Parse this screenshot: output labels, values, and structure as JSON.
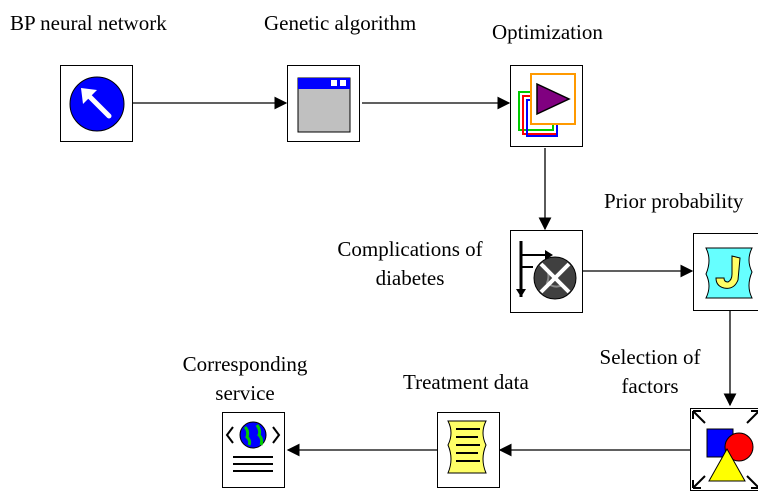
{
  "diagram": {
    "nodes": {
      "bp": {
        "label": "BP neural network",
        "icon": "arrow-circle-icon"
      },
      "ga": {
        "label": "Genetic algorithm",
        "icon": "window-icon"
      },
      "opt": {
        "label": "Optimization",
        "icon": "play-layers-icon"
      },
      "comp": {
        "label_line1": "Complications of",
        "label_line2": "diabetes",
        "icon": "globe-crossed-icon"
      },
      "prior": {
        "label": "Prior probability",
        "icon": "hook-shape-icon"
      },
      "sel": {
        "label_line1": "Selection of",
        "label_line2": "factors",
        "icon": "shapes-icon"
      },
      "treat": {
        "label": "Treatment data",
        "icon": "document-icon"
      },
      "serv": {
        "label_line1": "Corresponding",
        "label_line2": "service",
        "icon": "web-document-icon"
      }
    },
    "colors": {
      "blue": "#0000ff",
      "yellow": "#ffff66",
      "cyan": "#66ffff",
      "purple": "#800080",
      "orange": "#ff9900",
      "red": "#ff0000",
      "grey": "#c0c0c0"
    }
  }
}
